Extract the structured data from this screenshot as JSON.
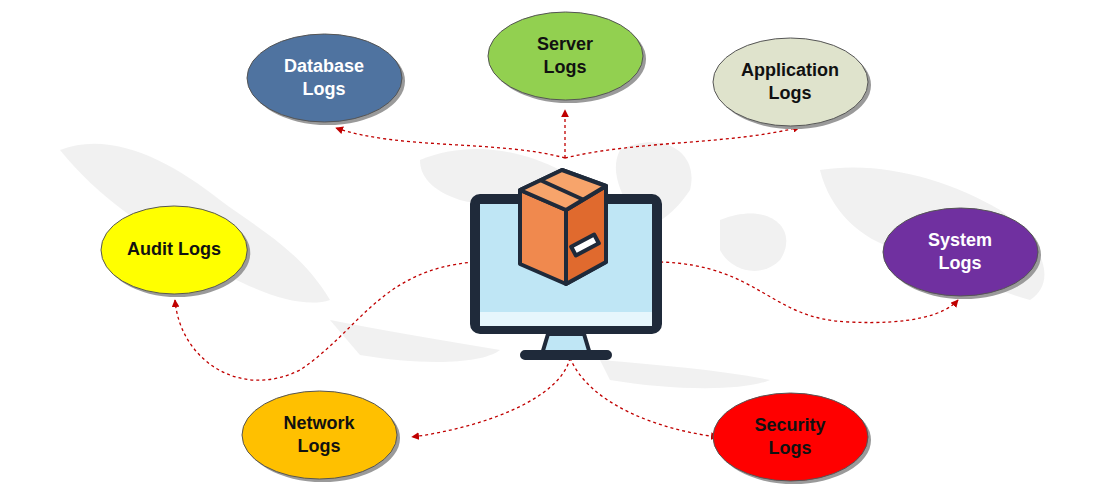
{
  "diagram": {
    "nodes": [
      {
        "text": [
          "Database Logs"
        ]
      },
      {
        "text": [
          "Server Logs"
        ]
      },
      {
        "text": [
          "Application Logs"
        ]
      },
      {
        "text": [
          "Audit Logs"
        ]
      },
      {
        "text": [
          "System Logs"
        ]
      },
      {
        "text": [
          "Network Logs"
        ]
      },
      {
        "text": [
          "Security Logs"
        ]
      }
    ]
  }
}
